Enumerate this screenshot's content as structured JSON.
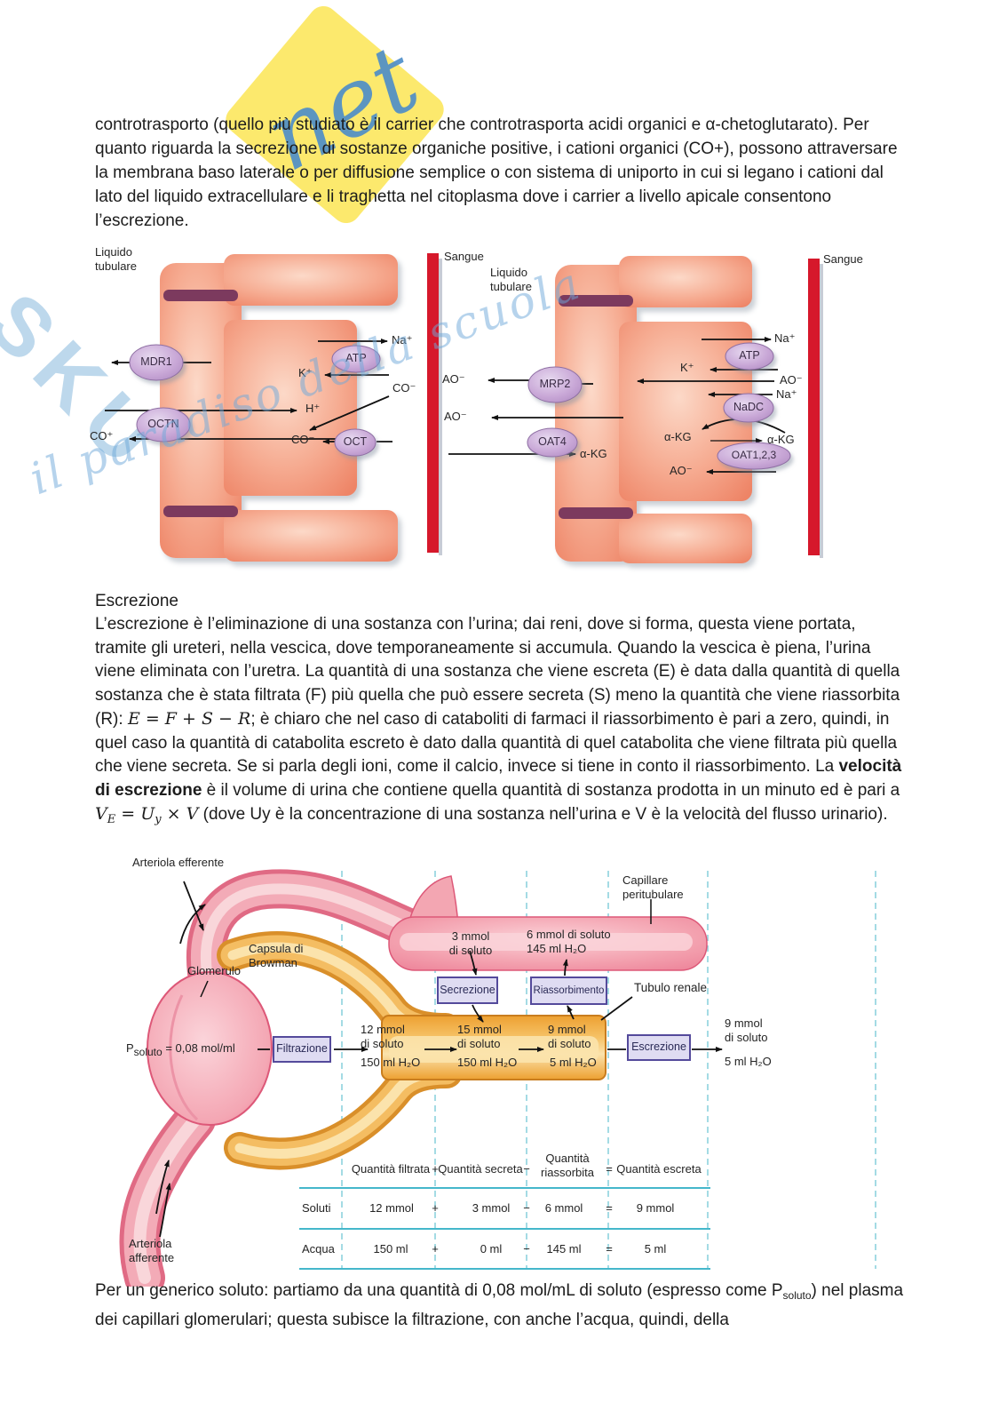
{
  "watermark": {
    "letters": "SKU",
    "note_text": "net",
    "tagline": "il paradiso della scuola"
  },
  "paragraph1": {
    "text": "controtrasporto (quello più studiato è il carrier che controtrasporta acidi organici e α-chetoglutarato). Per quanto riguarda la secrezione di sostanze organiche positive, i cationi organici (CO+), possono attraversare la membrana baso laterale o per diffusione semplice o con sistema di uniporto in cui si legano i cationi dal lato del liquido extracellulare e li traghetta nel citoplasma dove i carrier a livello apicale consentono l’escrezione."
  },
  "cells": {
    "left": {
      "lumen": "Liquido\ntubulare",
      "blood": "Sangue",
      "mdr1": "MDR1",
      "octn": "OCTN",
      "atp": "ATP",
      "oct": "OCT",
      "na": "Na⁺",
      "k": "K⁺",
      "h": "H⁺",
      "co_plus": "CO⁺",
      "co_minus_outer": "CO⁻",
      "co_minus_inner": "CO⁻"
    },
    "right": {
      "lumen": "Liquido\ntubulare",
      "blood": "Sangue",
      "mrp2": "MRP2",
      "oat4": "OAT4",
      "atp": "ATP",
      "nadc": "NaDC",
      "oat123": "OAT1,2,3",
      "ao_top": "AO⁻",
      "ao_mid": "AO⁻",
      "akg_in": "α-KG",
      "na_top": "Na⁺",
      "k": "K⁺",
      "ao_blood": "AO⁻",
      "na_mid": "Na⁺",
      "akg_cell": "α-KG",
      "akg_blood": "α-KG",
      "ao_bottom": "AO⁻"
    }
  },
  "section2": {
    "heading": "Escrezione",
    "p_start": "L’escrezione è l’eliminazione di una sostanza con l’urina; dai reni, dove si forma, questa viene portata, tramite gli ureteri, nella vescica, dove temporaneamente si accumula. Quando la vescica è piena, l’urina viene eliminata con l’uretra. La quantità di una sostanza che viene escreta (E) è data dalla quantità di quella sostanza che è stata filtrata (F) più quella che può essere secreta (S) meno la quantità che viene riassorbita (R): ",
    "formula1": "E = F + S − R",
    "p_mid": "; è chiaro che nel caso di cataboliti di farmaci il riassorbimento è pari a zero, quindi, in quel caso la quantità di catabolita escreto è dato dalla quantità di quel catabolita che viene filtrata più quella che viene secreta. Se si parla degli ioni, come il calcio, invece si tiene in conto il riassorbimento. La ",
    "bold": "velocità di escrezione",
    "p_mid2": " è il volume di urina che contiene quella quantità di sostanza prodotta in un minuto ed è pari a ",
    "f2_1": "V",
    "f2_sub1": "E",
    "f2_2": " = U",
    "f2_sub2": "y",
    "f2_3": " × V",
    "p_end": " (dove Uy è la concentrazione di una sostanza nell’urina e V è la velocità del flusso urinario)."
  },
  "nephron": {
    "labels": {
      "arteriola_efferente": "Arteriola efferente",
      "capillare": "Capillare\nperitubulare",
      "capsula": "Capsula di\nBrowman",
      "glomerulo": "Glomerulo",
      "tubulo": "Tubulo renale",
      "arteriola_afferente": "Arteriola\nafferente"
    },
    "p_base": "P",
    "p_sub": "soluto",
    "p_rest": " = 0,08 mol/ml",
    "boxes": {
      "filtrazione": "Filtrazione",
      "secrezione": "Secrezione",
      "riassorbimento": "Riassorbimento",
      "escrezione": "Escrezione"
    },
    "flows": {
      "secreted": "3 mmol\ndi soluto",
      "reabsorbed": "6 mmol di soluto\n145 ml H₂O",
      "seg1": "12 mmol\ndi soluto",
      "seg1w": "150 ml H₂O",
      "seg2": "15 mmol\ndi soluto",
      "seg2w": "150 ml H₂O",
      "seg3": "9 mmol\ndi soluto",
      "seg3w": "5 ml H₂O",
      "out": "9 mmol\ndi soluto",
      "outw": "5 ml H₂O"
    },
    "table": {
      "headers": [
        "Quantità filtrata",
        "Quantità secreta",
        "Quantità\nriassorbita",
        "Quantità escreta"
      ],
      "ops": {
        "plus": "+",
        "minus": "−",
        "eq": "="
      },
      "rows": [
        {
          "label": "Soluti",
          "v": [
            "12 mmol",
            "3 mmol",
            "6 mmol",
            "9 mmol"
          ]
        },
        {
          "label": "Acqua",
          "v": [
            "150 ml",
            "0 ml",
            "145 ml",
            "5 ml"
          ]
        }
      ]
    }
  },
  "paragraph3": {
    "a": "Per un generico soluto: partiamo da una quantità di 0,08 mol/mL di soluto (espresso come P",
    "sub": "soluto",
    "b": ") nel plasma dei capillari glomerulari; questa subisce la filtrazione, con anche l’acqua, quindi, della"
  }
}
